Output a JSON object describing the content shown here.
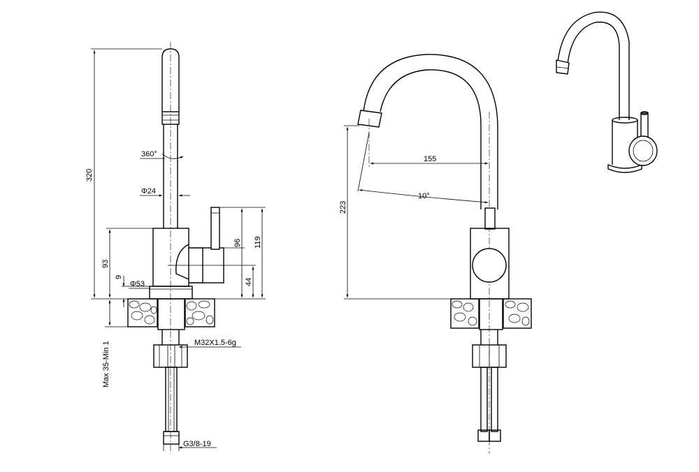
{
  "side_view": {
    "dimensions": {
      "total_height": "320",
      "rotation": "360°",
      "spout_diameter": "Φ24",
      "body_height": "93",
      "base_height": "9",
      "base_diameter": "Φ53",
      "lever_top_height": "119",
      "lever_height": "96",
      "lever_axis_height": "44",
      "thread": "M32X1.5-6g",
      "counter_thickness": "Max 35-Min 1",
      "hose_thread": "G3/8-19"
    }
  },
  "front_view": {
    "dimensions": {
      "outlet_height": "223",
      "reach": "155",
      "swivel_angle": "10°"
    }
  },
  "perspective_view": {
    "label": ""
  },
  "colors": {
    "line": "#000000",
    "background": "#ffffff"
  }
}
